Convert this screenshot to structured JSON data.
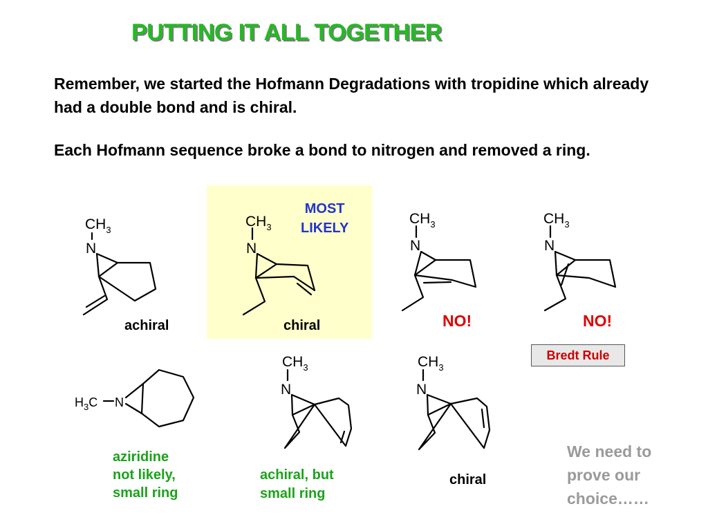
{
  "slide": {
    "title": "PUTTING IT ALL TOGETHER",
    "paragraph1": "Remember, we started the Hofmann Degradations with tropidine which already had a double bond and is chiral.",
    "paragraph2": "Each Hofmann sequence broke a bond to nitrogen and removed a ring."
  },
  "structures": {
    "atom_n": "N",
    "methyl_ch": "CH",
    "methyl_sub": "3",
    "h3c_h": "H",
    "h3c_sub": "3",
    "h3c_c": "C",
    "labels": {
      "s1": "achiral",
      "s2": "chiral",
      "most_likely_line1": "MOST",
      "most_likely_line2": "LIKELY",
      "no1": "NO!",
      "no2": "NO!",
      "bredt": "Bredt Rule",
      "aziridine_line1": "aziridine",
      "aziridine_line2": "not likely,",
      "aziridine_line3": "small ring",
      "s6_line1": "achiral, but",
      "s6_line2": "small ring",
      "s7": "chiral"
    }
  },
  "footnote": {
    "line1": "We need to",
    "line2": "prove our",
    "line3": "choice……"
  },
  "colors": {
    "title": "#22bb22",
    "green_label": "#1aa31a",
    "red_label": "#e00000",
    "blue_label": "#2233cc",
    "grey_note": "#9a9a9a",
    "highlight": "#ffffcc"
  }
}
